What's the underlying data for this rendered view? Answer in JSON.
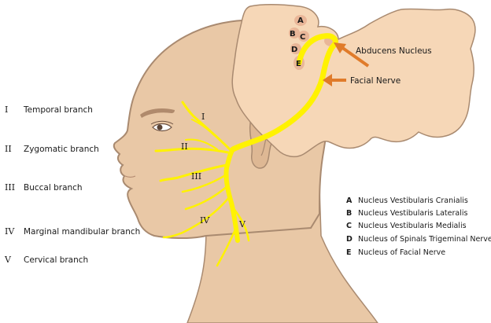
{
  "branches": [
    {
      "numeral": "I",
      "name": "Temporal branch"
    },
    {
      "numeral": "II",
      "name": "Zygomatic branch"
    },
    {
      "numeral": "III",
      "name": "Buccal branch"
    },
    {
      "numeral": "IV",
      "name": "Marginal mandibular branch"
    },
    {
      "numeral": "V",
      "name": "Cervical branch"
    }
  ],
  "face_labels": {
    "i": "I",
    "ii": "II",
    "iii": "III",
    "iv": "IV",
    "v": "V"
  },
  "nucleus_markers": {
    "a": "A",
    "b": "B",
    "c": "C",
    "d": "D",
    "e": "E"
  },
  "callouts": {
    "abducens": "Abducens Nucleus",
    "facial": "Facial Nerve"
  },
  "nuclei": [
    {
      "letter": "A",
      "name": "Nucleus Vestibularis Cranialis"
    },
    {
      "letter": "B",
      "name": "Nucleus Vestibularis Lateralis"
    },
    {
      "letter": "C",
      "name": "Nucleus Vestibularis Medialis"
    },
    {
      "letter": "D",
      "name": "Nucleus of Spinals Trigeminal Nerve"
    },
    {
      "letter": "E",
      "name": "Nucleus of Facial Nerve"
    }
  ],
  "colors": {
    "skin": "#e9c8a6",
    "skin_shadow": "#d9b08c",
    "outline": "#a98a70",
    "nerve": "#fff200",
    "arrow": "#e07b2a",
    "brainstem": "#f6d7b7"
  },
  "icons": [
    "eye-icon",
    "ear-icon",
    "arrow-icon"
  ]
}
